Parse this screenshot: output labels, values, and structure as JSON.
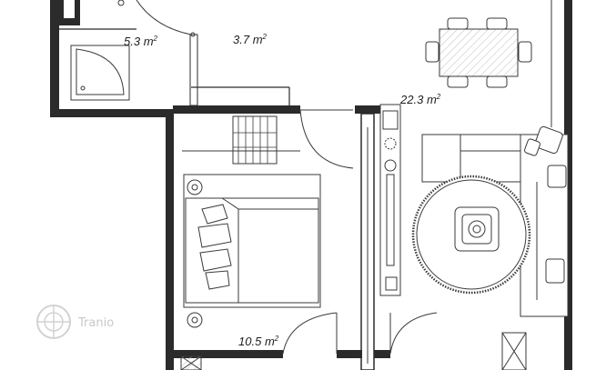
{
  "rooms": [
    {
      "id": "bathroom",
      "value": "5.3",
      "unit": "m",
      "exp": "2"
    },
    {
      "id": "hallway",
      "value": "3.7",
      "unit": "m",
      "exp": "2"
    },
    {
      "id": "living",
      "value": "22.3",
      "unit": "m",
      "exp": "2"
    },
    {
      "id": "bedroom",
      "value": "10.5",
      "unit": "m",
      "exp": "2"
    }
  ],
  "watermark": {
    "text": "Tranio"
  },
  "colors": {
    "wall": "#2b2b2b",
    "line": "#3a3a3a",
    "hatch": "#bdbdbd",
    "watermark": "#c9c9c9"
  },
  "icons": [
    "tranio-logo-icon",
    "plant-icon",
    "door-swing-icon",
    "shower-icon"
  ]
}
